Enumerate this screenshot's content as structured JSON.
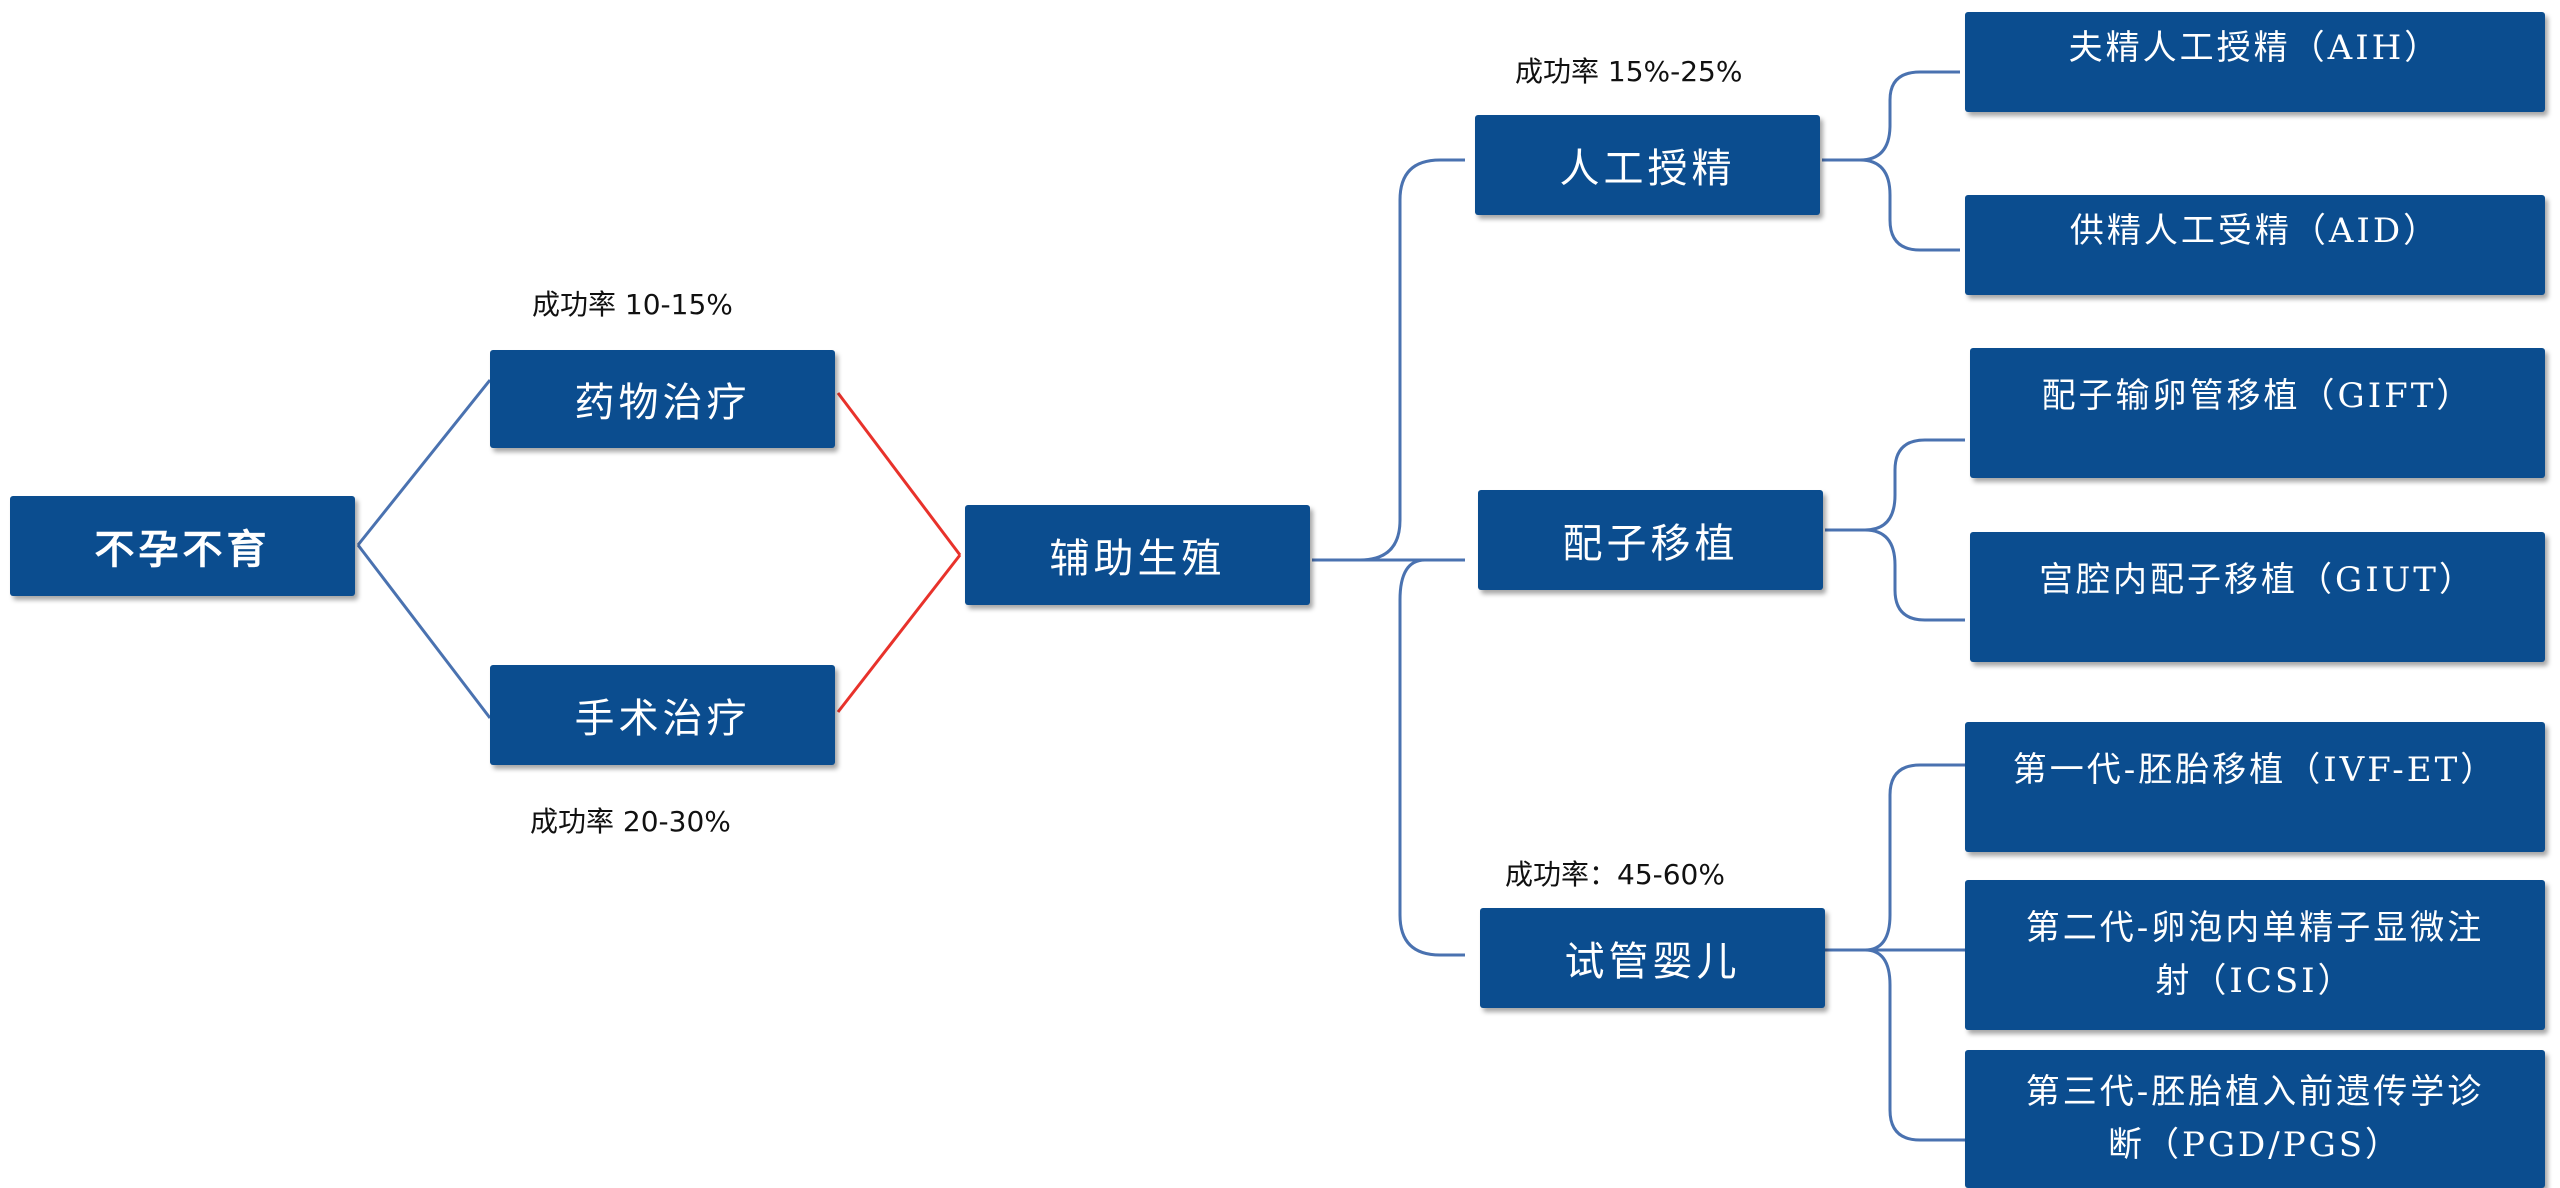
{
  "root": {
    "label": "不孕不育"
  },
  "treatments": {
    "drug": {
      "label": "药物治疗",
      "rate": "成功率 10-15%"
    },
    "surgery": {
      "label": "手术治疗",
      "rate": "成功率 20-30%"
    }
  },
  "art": {
    "label": "辅助生殖"
  },
  "methods": {
    "ai": {
      "label": "人工授精",
      "rate": "成功率 15%-25%",
      "children": [
        "夫精人工授精（AIH）",
        "供精人工受精（AID）"
      ]
    },
    "gamete": {
      "label": "配子移植",
      "children": [
        "配子输卵管移植（GIFT）",
        "宫腔内配子移植（GIUT）"
      ]
    },
    "ivf": {
      "label": "试管婴儿",
      "rate": "成功率：45-60%",
      "children": [
        "第一代-胚胎移植（IVF-ET）",
        [
          "第二代-卵泡内单精子显微注",
          "射（ICSI）"
        ],
        [
          "第三代-胚胎植入前遗传学诊",
          "断（PGD/PGS）"
        ]
      ]
    }
  },
  "colors": {
    "box": "#0b4d8f",
    "blue_line": "#4a72b0",
    "red_line": "#e8322b"
  }
}
